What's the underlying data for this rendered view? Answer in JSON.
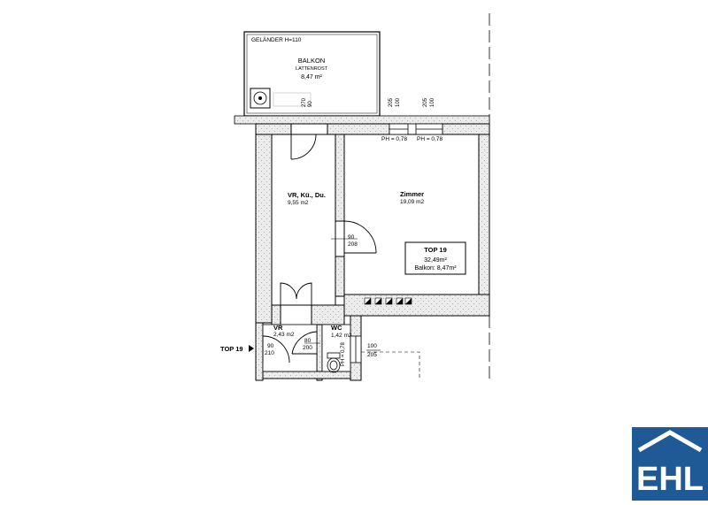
{
  "balcony": {
    "railing_label": "GELÄNDER H=110",
    "name": "BALKON",
    "floor": "LATTENROST",
    "area": "8,47 m²"
  },
  "rooms": {
    "vr_kue_du": {
      "name": "VR, Kü., Du.",
      "area": "9,55 m2"
    },
    "zimmer": {
      "name": "Zimmer",
      "area": "19,09 m2"
    },
    "vr": {
      "name": "VR",
      "area": "2,43 m2"
    },
    "wc": {
      "name": "WC",
      "area": "1,42 m2"
    }
  },
  "unit_box": {
    "title": "TOP 19",
    "area": "32,49m²",
    "balcony": "Balkon:  8,47m²"
  },
  "entrance_marker": "TOP 19",
  "openings": {
    "balcony_door_w": "90",
    "balcony_door_h": "270",
    "window1_w": "100",
    "window1_h": "205",
    "window2_w": "100",
    "window2_h": "205",
    "parapet1": "PH = 0,78",
    "parapet2": "PH = 0,78",
    "door_zimmer_w": "90",
    "door_zimmer_h": "208",
    "door_wc_w": "80",
    "door_wc_h": "200",
    "door_entry_w": "90",
    "door_entry_h": "210",
    "wc_window_ph": "PH = 0,78",
    "stair_w": "100",
    "stair_h": "205"
  },
  "logo": {
    "text": "EHL",
    "color": "#1f5a96"
  },
  "colors": {
    "wall_fill": "#ececec",
    "line": "#000000"
  }
}
